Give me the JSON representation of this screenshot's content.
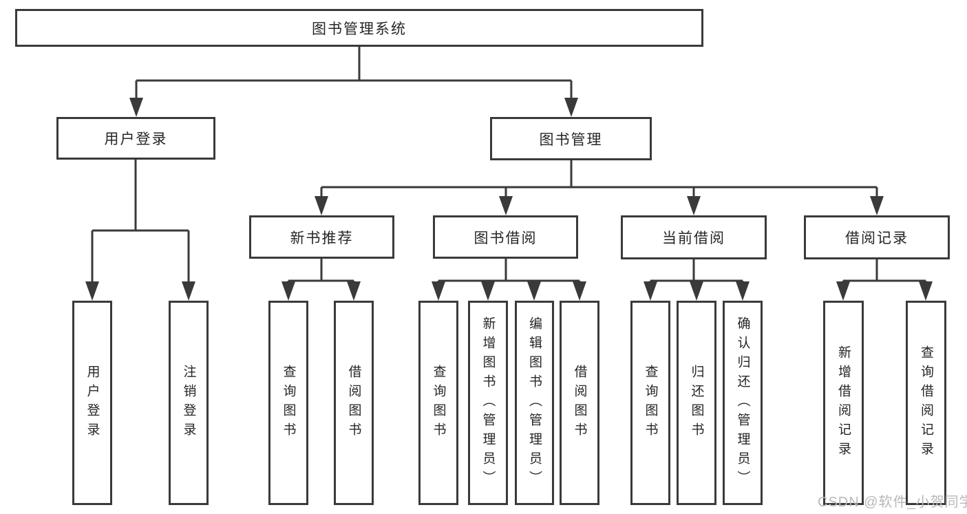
{
  "diagram": {
    "root": {
      "label": "图书管理系统"
    },
    "level1": [
      {
        "label": "用户登录"
      },
      {
        "label": "图书管理"
      }
    ],
    "level2": [
      {
        "label": "新书推荐"
      },
      {
        "label": "图书借阅"
      },
      {
        "label": "当前借阅"
      },
      {
        "label": "借阅记录"
      }
    ],
    "leaves": [
      {
        "label": "用户登录",
        "parent": "用户登录"
      },
      {
        "label": "注销登录",
        "parent": "用户登录"
      },
      {
        "label": "查询图书",
        "parent": "新书推荐"
      },
      {
        "label": "借阅图书",
        "parent": "新书推荐"
      },
      {
        "label": "查询图书",
        "parent": "图书借阅"
      },
      {
        "label": "新增图书（管理员）",
        "parent": "图书借阅"
      },
      {
        "label": "编辑图书（管理员）",
        "parent": "图书借阅"
      },
      {
        "label": "借阅图书",
        "parent": "图书借阅"
      },
      {
        "label": "查询图书",
        "parent": "当前借阅"
      },
      {
        "label": "归还图书",
        "parent": "当前借阅"
      },
      {
        "label": "确认归还（管理员）",
        "parent": "当前借阅"
      },
      {
        "label": "新增借阅记录",
        "parent": "借阅记录"
      },
      {
        "label": "查询借阅记录",
        "parent": "借阅记录"
      }
    ]
  },
  "watermark": {
    "text": "CSDN @软件_小贺同学"
  },
  "colors": {
    "line": "#3a3a3a",
    "node_border": "#3a3a3a",
    "node_text": "#262626",
    "watermark": "#b8b8b8",
    "background": "#ffffff"
  }
}
